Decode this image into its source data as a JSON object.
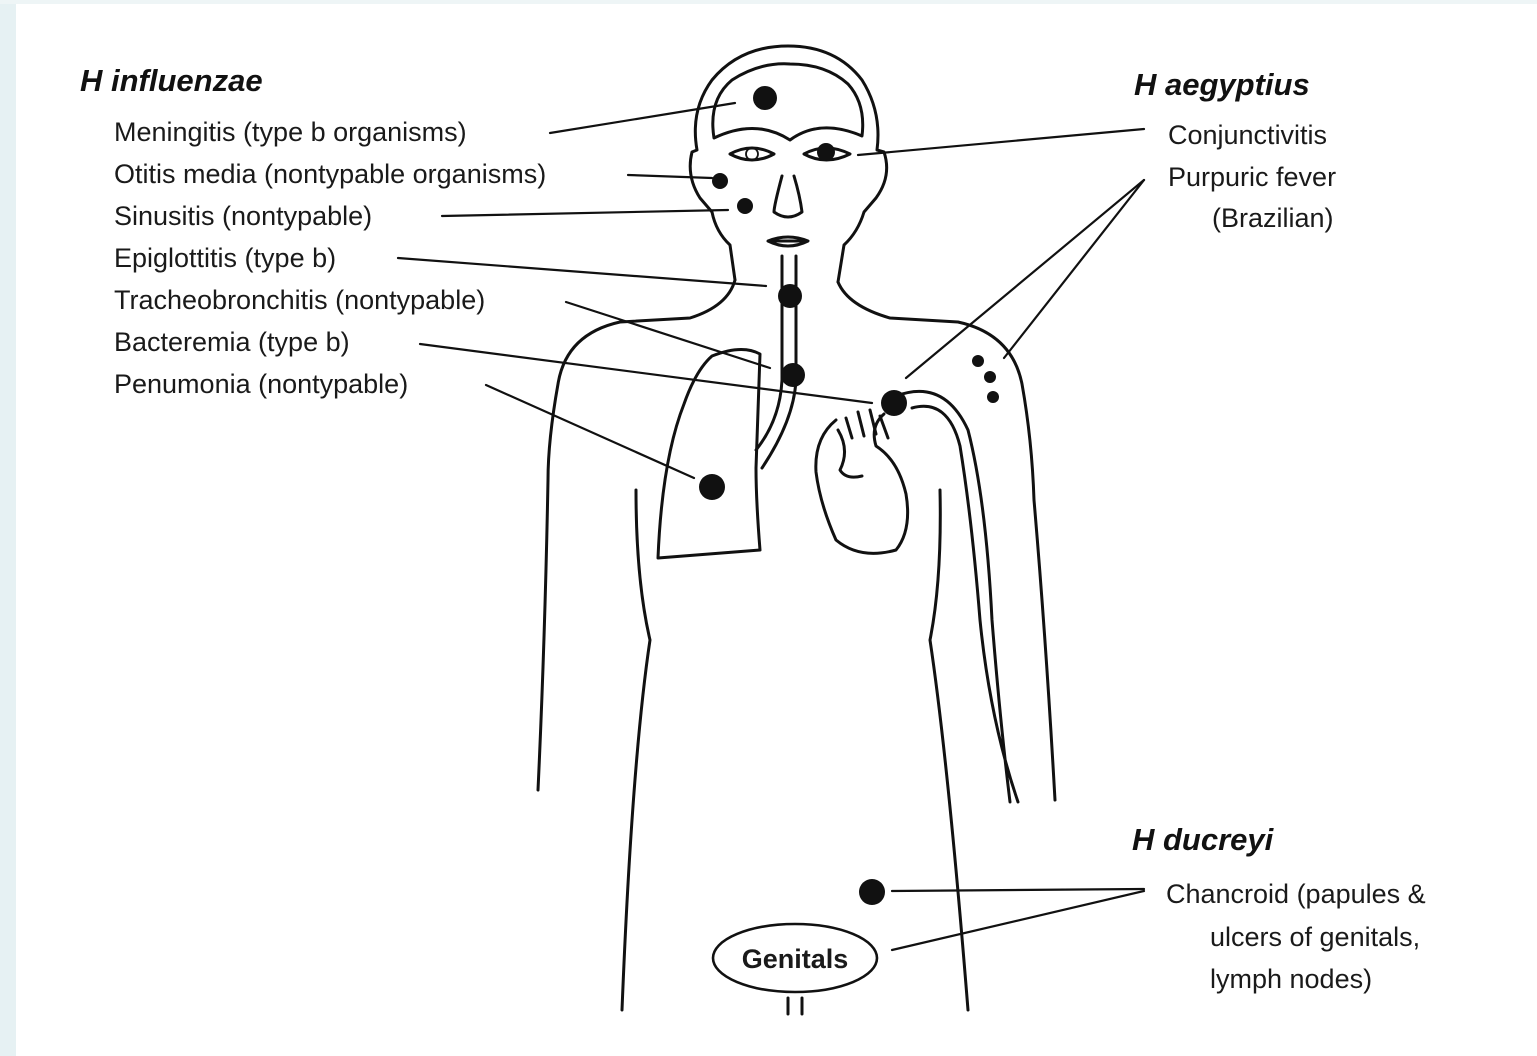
{
  "groups": {
    "influenzae": {
      "title": "H influenzae",
      "items": [
        "Meningitis (type b organisms)",
        "Otitis media (nontypable organisms)",
        "Sinusitis (nontypable)",
        "Epiglottitis (type b)",
        "Tracheobronchitis (nontypable)",
        "Bacteremia (type b)",
        "Penumonia (nontypable)"
      ]
    },
    "aegyptius": {
      "title": "H aegyptius",
      "items": [
        "Conjunctivitis",
        "Purpuric fever",
        "(Brazilian)"
      ]
    },
    "ducreyi": {
      "title": "H ducreyi",
      "items": [
        "Chancroid (papules &",
        "ulcers of genitals,",
        "lymph nodes)"
      ]
    }
  },
  "genitals_label": "Genitals",
  "colors": {
    "ink": "#111111",
    "background": "#ffffff",
    "left_strip": "#e6f1f3"
  }
}
